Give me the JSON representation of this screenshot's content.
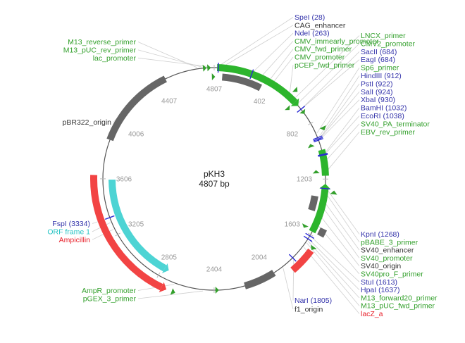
{
  "plasmid": {
    "name": "pKH3",
    "length_label": "4807 bp",
    "length_bp": 4807
  },
  "colors": {
    "primer": "#33a02c",
    "feature_green": "#2db52d",
    "promoter": "#2db52d",
    "origin": "#666666",
    "cds": "#f24444",
    "orf": "#4dd4d4",
    "enzyme": "#2b2bd4",
    "enzyme_text": "#3333aa",
    "gray_text": "#333333",
    "red_text": "#e8202a",
    "cyan_text": "#26c4c4"
  },
  "ticks": [
    {
      "bp": 402,
      "label": "402"
    },
    {
      "bp": 802,
      "label": "802"
    },
    {
      "bp": 1203,
      "label": "1203"
    },
    {
      "bp": 1603,
      "label": "1603"
    },
    {
      "bp": 2004,
      "label": "2004"
    },
    {
      "bp": 2404,
      "label": "2404"
    },
    {
      "bp": 2805,
      "label": "2805"
    },
    {
      "bp": 3205,
      "label": "3205"
    },
    {
      "bp": 3606,
      "label": "3606"
    },
    {
      "bp": 4006,
      "label": "4006"
    },
    {
      "bp": 4407,
      "label": "4407"
    },
    {
      "bp": 4807,
      "label": "4807"
    }
  ],
  "labels_right": [
    {
      "id": "SpeI",
      "text": "SpeI (28)",
      "kind": "enzyme",
      "bp": 28
    },
    {
      "id": "CAG",
      "text": "CAG_enhancer",
      "kind": "gray",
      "bp": 60
    },
    {
      "id": "NdeI",
      "text": "NdeI (263)",
      "kind": "enzyme",
      "bp": 263
    },
    {
      "id": "CMVim",
      "text": "CMV_immearly_promoter",
      "kind": "green",
      "bp": 330
    },
    {
      "id": "CMVfwd",
      "text": "CMV_fwd_primer",
      "kind": "green",
      "bp": 390
    },
    {
      "id": "CMVp",
      "text": "CMV_promoter",
      "kind": "green",
      "bp": 420
    },
    {
      "id": "pCEP",
      "text": "pCEP_fwd_primer",
      "kind": "green",
      "bp": 560
    },
    {
      "id": "LNCX",
      "text": "LNCX_primer",
      "kind": "green",
      "bp": 600
    },
    {
      "id": "CMV2",
      "text": "CMV2_promoter",
      "kind": "green",
      "bp": 640
    },
    {
      "id": "SacII",
      "text": "SacII (684)",
      "kind": "enzyme",
      "bp": 684
    },
    {
      "id": "EagI",
      "text": "EagI (684)",
      "kind": "enzyme",
      "bp": 684
    },
    {
      "id": "Sp6",
      "text": "Sp6_primer",
      "kind": "green",
      "bp": 880
    },
    {
      "id": "HindIII",
      "text": "HindIII (912)",
      "kind": "enzyme",
      "bp": 912
    },
    {
      "id": "PstI",
      "text": "PstI (922)",
      "kind": "enzyme",
      "bp": 922
    },
    {
      "id": "SalI",
      "text": "SalI (924)",
      "kind": "enzyme",
      "bp": 924
    },
    {
      "id": "XbaI",
      "text": "XbaI (930)",
      "kind": "enzyme",
      "bp": 930
    },
    {
      "id": "BamHI",
      "text": "BamHI (1032)",
      "kind": "enzyme",
      "bp": 1032
    },
    {
      "id": "EcoRI",
      "text": "EcoRI (1038)",
      "kind": "enzyme",
      "bp": 1038
    },
    {
      "id": "SV40PA",
      "text": "SV40_PA_terminator",
      "kind": "green",
      "bp": 1080
    },
    {
      "id": "EBV",
      "text": "EBV_rev_primer",
      "kind": "green",
      "bp": 1150
    },
    {
      "id": "KpnI",
      "text": "KpnI (1268)",
      "kind": "enzyme",
      "bp": 1268
    },
    {
      "id": "pBABE",
      "text": "pBABE_3_primer",
      "kind": "green",
      "bp": 1300
    },
    {
      "id": "SV40enh",
      "text": "SV40_enhancer",
      "kind": "gray",
      "bp": 1360
    },
    {
      "id": "SV40prom",
      "text": "SV40_promoter",
      "kind": "green",
      "bp": 1400
    },
    {
      "id": "SV40ori",
      "text": "SV40_origin",
      "kind": "gray",
      "bp": 1460
    },
    {
      "id": "SV40proF",
      "text": "SV40pro_F_primer",
      "kind": "green",
      "bp": 1520
    },
    {
      "id": "StuI",
      "text": "StuI (1613)",
      "kind": "enzyme",
      "bp": 1613
    },
    {
      "id": "HpaI",
      "text": "HpaI (1637)",
      "kind": "enzyme",
      "bp": 1637
    },
    {
      "id": "M13fwd20",
      "text": "M13_forward20_primer",
      "kind": "green",
      "bp": 1650
    },
    {
      "id": "M13pUCfwd",
      "text": "M13_pUC_fwd_primer",
      "kind": "green",
      "bp": 1665
    },
    {
      "id": "lacZ",
      "text": "lacZ_a",
      "kind": "red",
      "bp": 1700
    }
  ],
  "labels_bottom": [
    {
      "id": "NarI",
      "text": "NarI (1805)",
      "kind": "enzyme",
      "bp": 1805
    },
    {
      "id": "f1",
      "text": "f1_origin",
      "kind": "gray",
      "bp": 1900
    }
  ],
  "labels_left": [
    {
      "id": "M13rev",
      "text": "M13_reverse_primer",
      "kind": "green",
      "bp": 4690
    },
    {
      "id": "M13pUCrev",
      "text": "M13_pUC_rev_primer",
      "kind": "green",
      "bp": 4720
    },
    {
      "id": "lacprom",
      "text": "lac_promoter",
      "kind": "green",
      "bp": 4760
    },
    {
      "id": "pBR322",
      "text": "pBR322_origin",
      "kind": "gray",
      "bp": 4200
    },
    {
      "id": "FspI",
      "text": "FspI (3334)",
      "kind": "enzyme",
      "bp": 3334
    },
    {
      "id": "ORF",
      "text": "ORF frame 1",
      "kind": "cyan",
      "bp": 3300
    },
    {
      "id": "Amp",
      "text": "Ampicillin",
      "kind": "red",
      "bp": 3250
    },
    {
      "id": "AmpR",
      "text": "AmpR_promoter",
      "kind": "green",
      "bp": 2680
    },
    {
      "id": "pGEX",
      "text": "pGEX_3_primer",
      "kind": "green",
      "bp": 2480
    }
  ],
  "features": [
    {
      "id": "cmv-promoter-arc",
      "start": 20,
      "end": 620,
      "ring": 0,
      "kind": "green",
      "arrow": "cw"
    },
    {
      "id": "cag-enhancer-arc",
      "start": 60,
      "end": 360,
      "ring": -1,
      "kind": "origin"
    },
    {
      "id": "sv40pa-arc",
      "start": 1000,
      "end": 1180,
      "ring": 0,
      "kind": "green"
    },
    {
      "id": "sv40-promoter-arc",
      "start": 1270,
      "end": 1580,
      "ring": 0,
      "kind": "green",
      "arrow": "ccw"
    },
    {
      "id": "sv40-origin-arc",
      "start": 1330,
      "end": 1440,
      "ring": -1,
      "kind": "origin"
    },
    {
      "id": "sv40-enhancer-arc",
      "start": 1530,
      "end": 1580,
      "ring": 1,
      "kind": "origin"
    },
    {
      "id": "lacz-arc",
      "start": 1690,
      "end": 1860,
      "ring": 1,
      "kind": "cds"
    },
    {
      "id": "f1-origin-arc",
      "start": 1970,
      "end": 2190,
      "ring": 0,
      "kind": "origin"
    },
    {
      "id": "ampicillin-arc",
      "start": 2750,
      "end": 3630,
      "ring": 1,
      "kind": "cds",
      "arrow": "ccw"
    },
    {
      "id": "orf-frame-arc",
      "start": 2790,
      "end": 3600,
      "ring": -1,
      "kind": "orf",
      "arrow": "ccw"
    },
    {
      "id": "pbr322-origin-arc",
      "start": 3880,
      "end": 4460,
      "ring": 0,
      "kind": "origin"
    }
  ],
  "small_arrows": [
    {
      "bp": 4730,
      "ring": 0,
      "dir": "cw"
    },
    {
      "bp": 4760,
      "ring": 0,
      "dir": "cw"
    },
    {
      "bp": 4790,
      "ring": -1,
      "dir": "cw"
    },
    {
      "bp": 560,
      "ring": 1,
      "dir": "cw"
    },
    {
      "bp": 610,
      "ring": -1,
      "dir": "cw"
    },
    {
      "bp": 700,
      "ring": 0,
      "dir": "cw"
    },
    {
      "bp": 860,
      "ring": 1,
      "dir": "cw"
    },
    {
      "bp": 960,
      "ring": -1,
      "dir": "ccw"
    },
    {
      "bp": 1160,
      "ring": -1,
      "dir": "ccw"
    },
    {
      "bp": 1300,
      "ring": 1,
      "dir": "ccw"
    },
    {
      "bp": 1560,
      "ring": -1,
      "dir": "cw"
    },
    {
      "bp": 1660,
      "ring": 1,
      "dir": "cw"
    },
    {
      "bp": 2395,
      "ring": 0,
      "dir": "ccw"
    },
    {
      "bp": 2680,
      "ring": 1,
      "dir": "ccw"
    }
  ],
  "enzymes": [
    {
      "bp": 28
    },
    {
      "bp": 263
    },
    {
      "bp": 684
    },
    {
      "bp": 912
    },
    {
      "bp": 922
    },
    {
      "bp": 930
    },
    {
      "bp": 1032
    },
    {
      "bp": 1038
    },
    {
      "bp": 1268
    },
    {
      "bp": 1613
    },
    {
      "bp": 1637
    },
    {
      "bp": 1805
    },
    {
      "bp": 3334
    }
  ]
}
